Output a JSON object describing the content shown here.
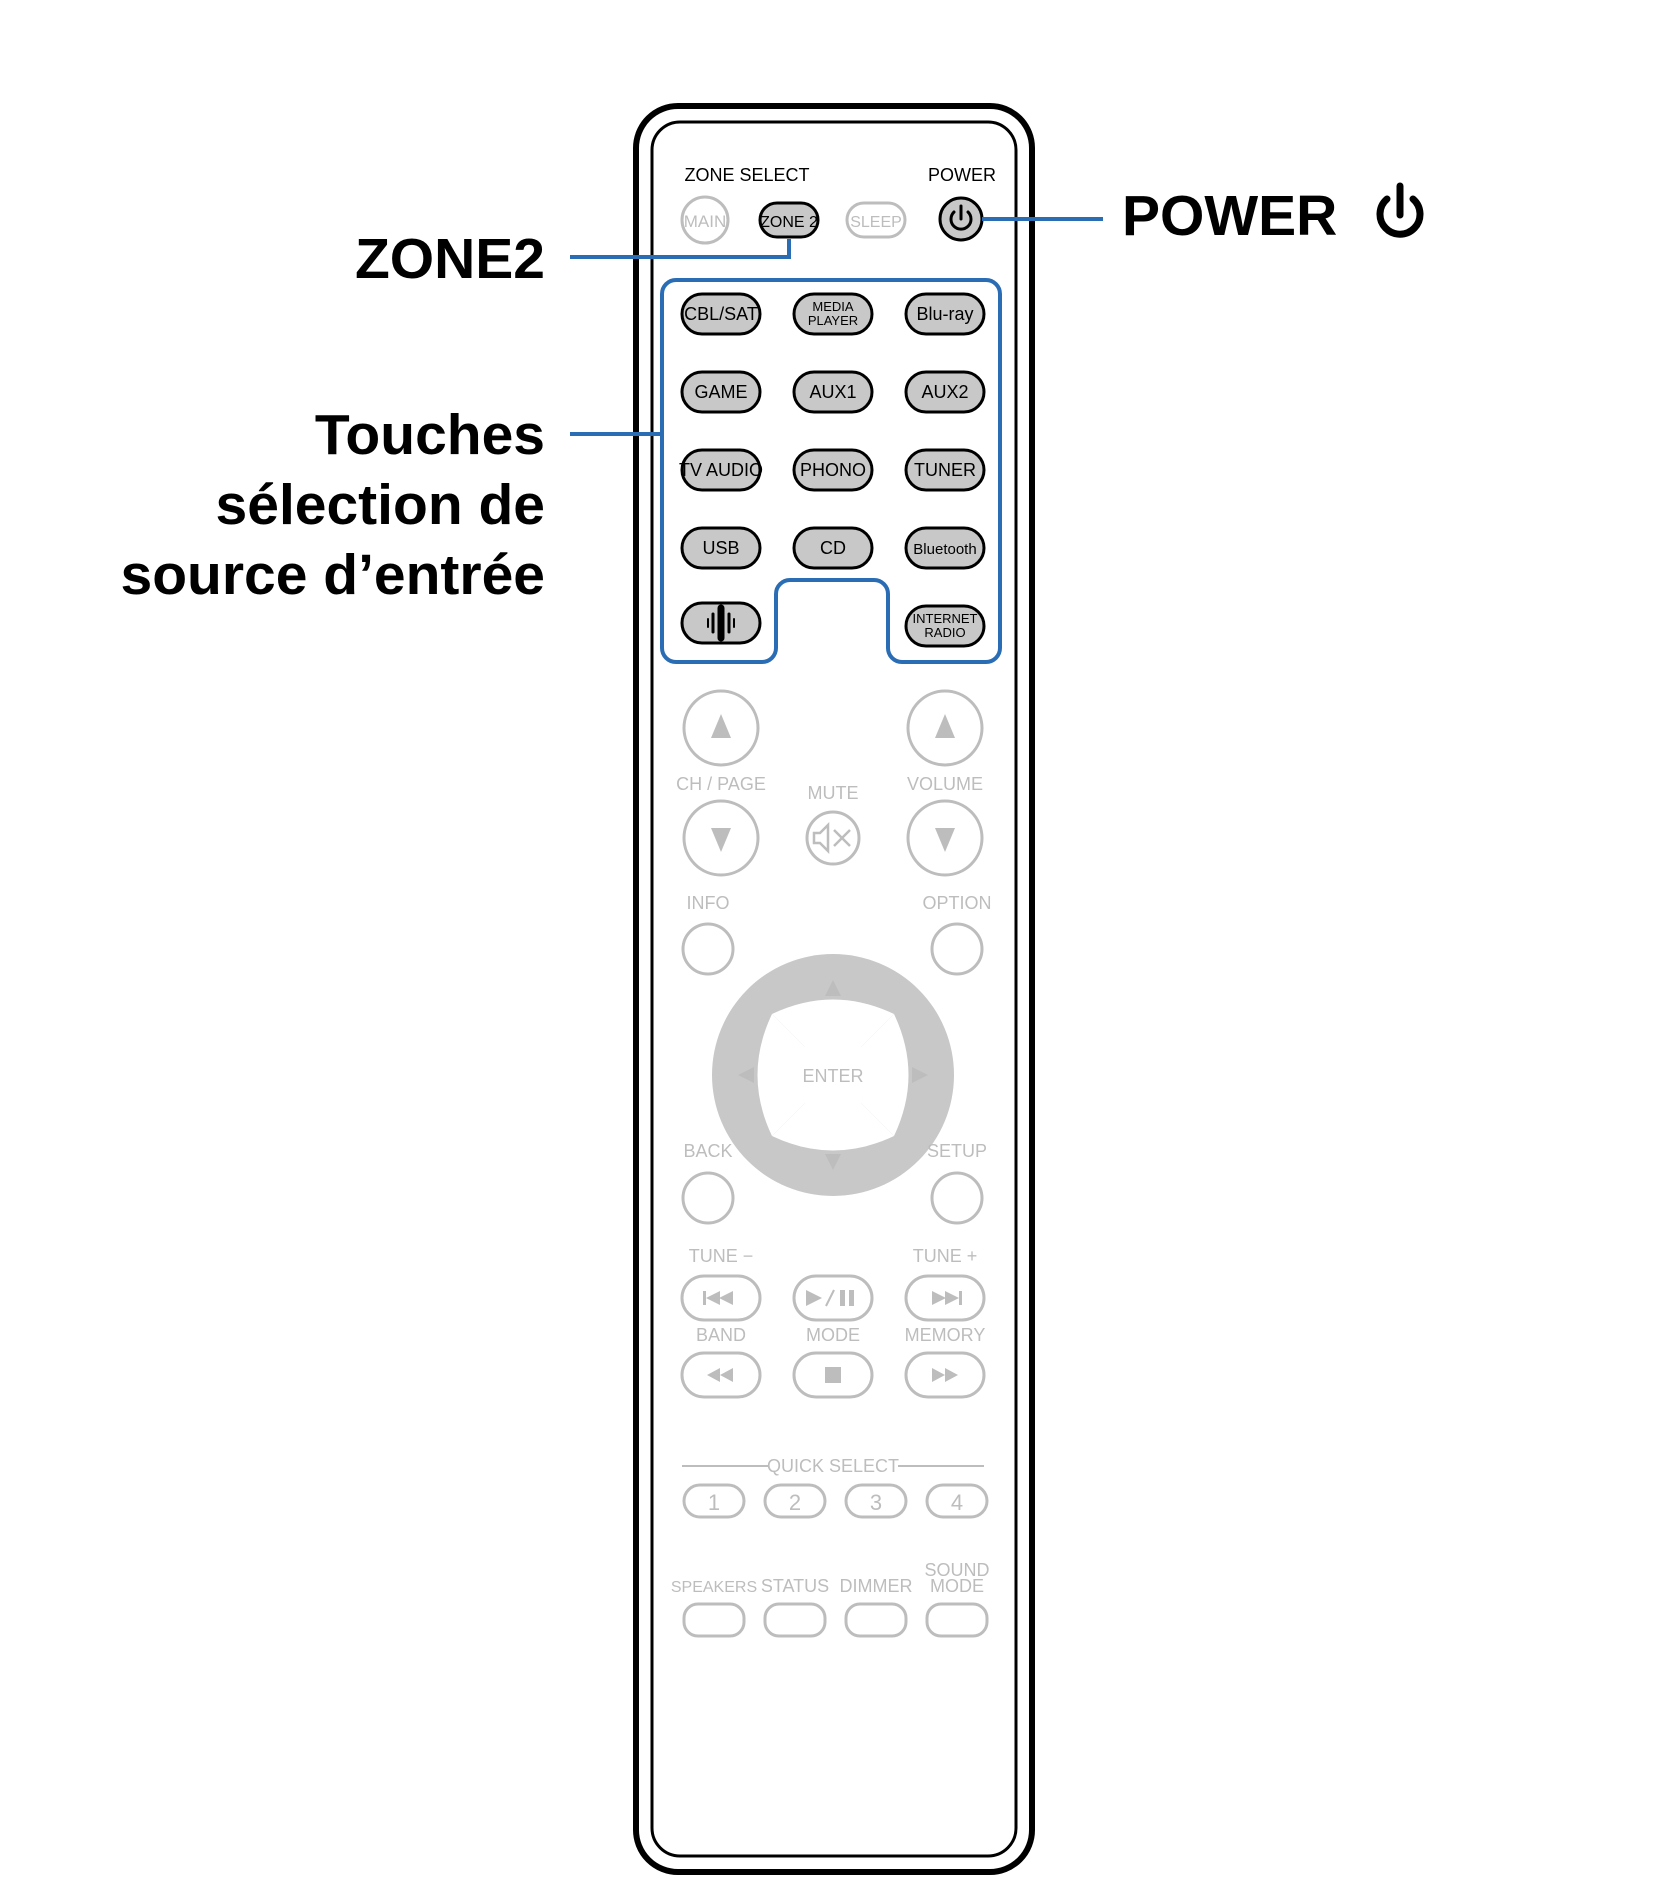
{
  "callouts": {
    "zone2": "ZONE2",
    "power": "POWER",
    "input_source": [
      "Touches",
      "sélection de",
      "source d’entrée"
    ]
  },
  "remote": {
    "zone_select_label": "ZONE SELECT",
    "power_label": "POWER",
    "top_row": {
      "main": "MAIN",
      "zone2": "ZONE 2",
      "sleep": "SLEEP"
    },
    "sources": [
      [
        "CBL/SAT",
        "MEDIA PLAYER",
        "Blu-ray"
      ],
      [
        "GAME",
        "AUX1",
        "AUX2"
      ],
      [
        "TV AUDIO",
        "PHONO",
        "TUNER"
      ],
      [
        "USB",
        "CD",
        "Bluetooth"
      ],
      [
        "",
        "",
        "INTERNET RADIO"
      ]
    ],
    "ch_page": "CH / PAGE",
    "mute": "MUTE",
    "volume": "VOLUME",
    "info": "INFO",
    "option": "OPTION",
    "enter": "ENTER",
    "back": "BACK",
    "setup": "SETUP",
    "tune_minus": "TUNE −",
    "tune_plus": "TUNE +",
    "band": "BAND",
    "mode": "MODE",
    "memory": "MEMORY",
    "quick_select": "QUICK SELECT",
    "quick_numbers": [
      "1",
      "2",
      "3",
      "4"
    ],
    "bottom": [
      "SPEAKERS",
      "STATUS",
      "DIMMER",
      "SOUND MODE"
    ]
  },
  "colors": {
    "highlight": "#2a6db5",
    "active_button": "#c8c8c8",
    "inactive": "#bdbdbd",
    "outline": "#000000"
  }
}
